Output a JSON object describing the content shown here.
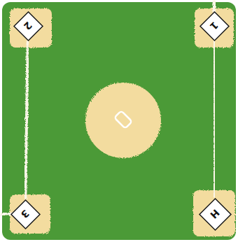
{
  "diagram": {
    "nodes": [
      {
        "text": [
          "2"
        ]
      },
      {
        "text": [
          "1"
        ]
      },
      {
        "text": [
          "3"
        ]
      },
      {
        "text": [
          "H"
        ]
      }
    ],
    "edges": [
      {
        "from": 0,
        "to": 1,
        "arrow": "none"
      },
      {
        "from": 1,
        "to": 3,
        "arrow": "none"
      },
      {
        "from": 3,
        "to": 2,
        "arrow": "none"
      },
      {
        "from": 2,
        "to": 0,
        "arrow": "none"
      }
    ]
  }
}
